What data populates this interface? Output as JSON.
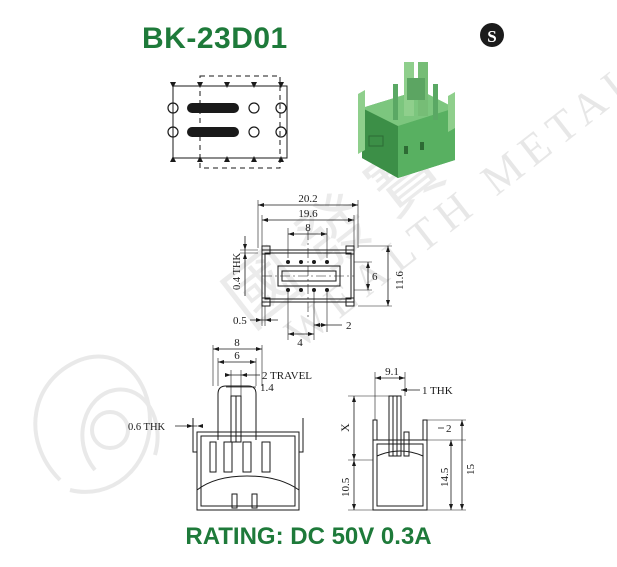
{
  "document": {
    "model": "BK-23D01",
    "rating": "RATING: DC 50V 0.3A",
    "brand_color": "#1e7a3a",
    "logo_letter": "S",
    "watermark_text": "WEALTH METAL",
    "watermark_glyphs": "國 發 寶"
  },
  "dimensions": {
    "top_view": {
      "overall_width": "20.2",
      "inner_width": "19.6",
      "pin_span": "8",
      "thickness": "0.4 THK",
      "pin_row_spacing": "6",
      "overall_depth": "11.6",
      "edge_offset": "0.5",
      "pin_pitch": "2",
      "pin_span_bottom": "4"
    },
    "front_view": {
      "top_span": "8",
      "actuator_span": "6",
      "travel": "2 TRAVEL",
      "actuator_width": "1.4",
      "frame_thickness": "0.6 THK"
    },
    "side_view": {
      "width": "9.1",
      "frame_thickness": "1 THK",
      "variable_height": "X",
      "pin_pitch": "2",
      "body_height": "10.5",
      "height_inner": "14.5",
      "height_overall": "15"
    }
  }
}
